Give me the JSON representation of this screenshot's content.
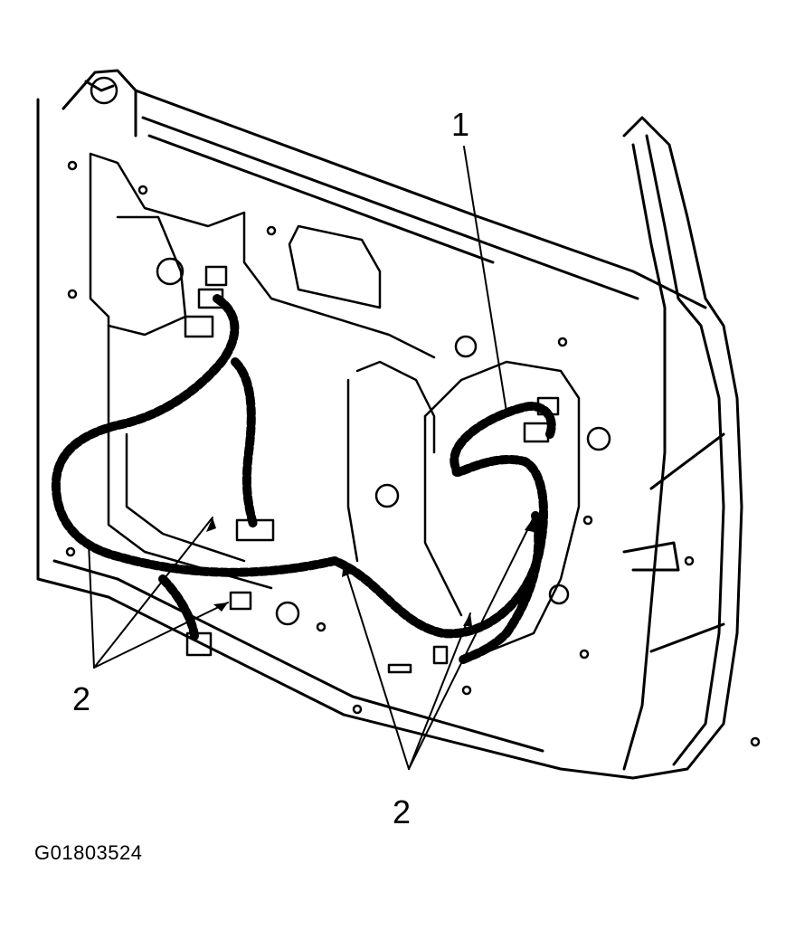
{
  "callouts": {
    "label_1": "1",
    "label_2_left": "2",
    "label_2_right": "2"
  },
  "figure_id": "G01803524",
  "colors": {
    "ink": "#000000",
    "paper": "#ffffff"
  }
}
